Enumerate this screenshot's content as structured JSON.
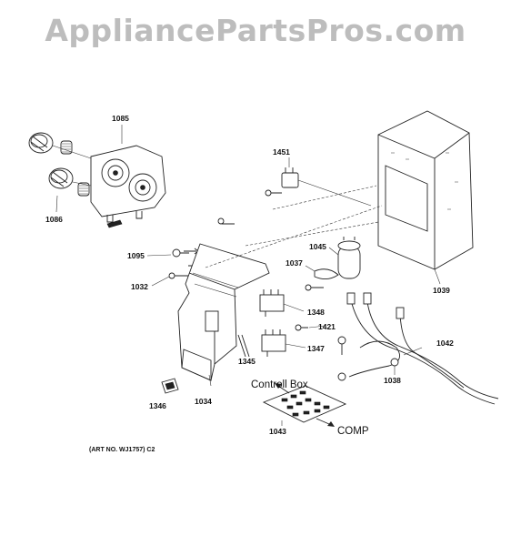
{
  "watermark": "AppliancePartsPros.com",
  "labels": {
    "p1085": "1085",
    "p1086": "1086",
    "p1095": "1095",
    "p1032": "1032",
    "p1451": "1451",
    "p1045": "1045",
    "p1037": "1037",
    "p1039": "1039",
    "p1348": "1348",
    "p1421": "1421",
    "p1347": "1347",
    "p1345": "1345",
    "p1346": "1346",
    "p1034": "1034",
    "p1042": "1042",
    "p1038": "1038",
    "p1043": "1043"
  },
  "annotations": {
    "control_box": "Controll Box",
    "comp": "COMP",
    "art_no": "(ART NO. WJ1757) C2"
  }
}
